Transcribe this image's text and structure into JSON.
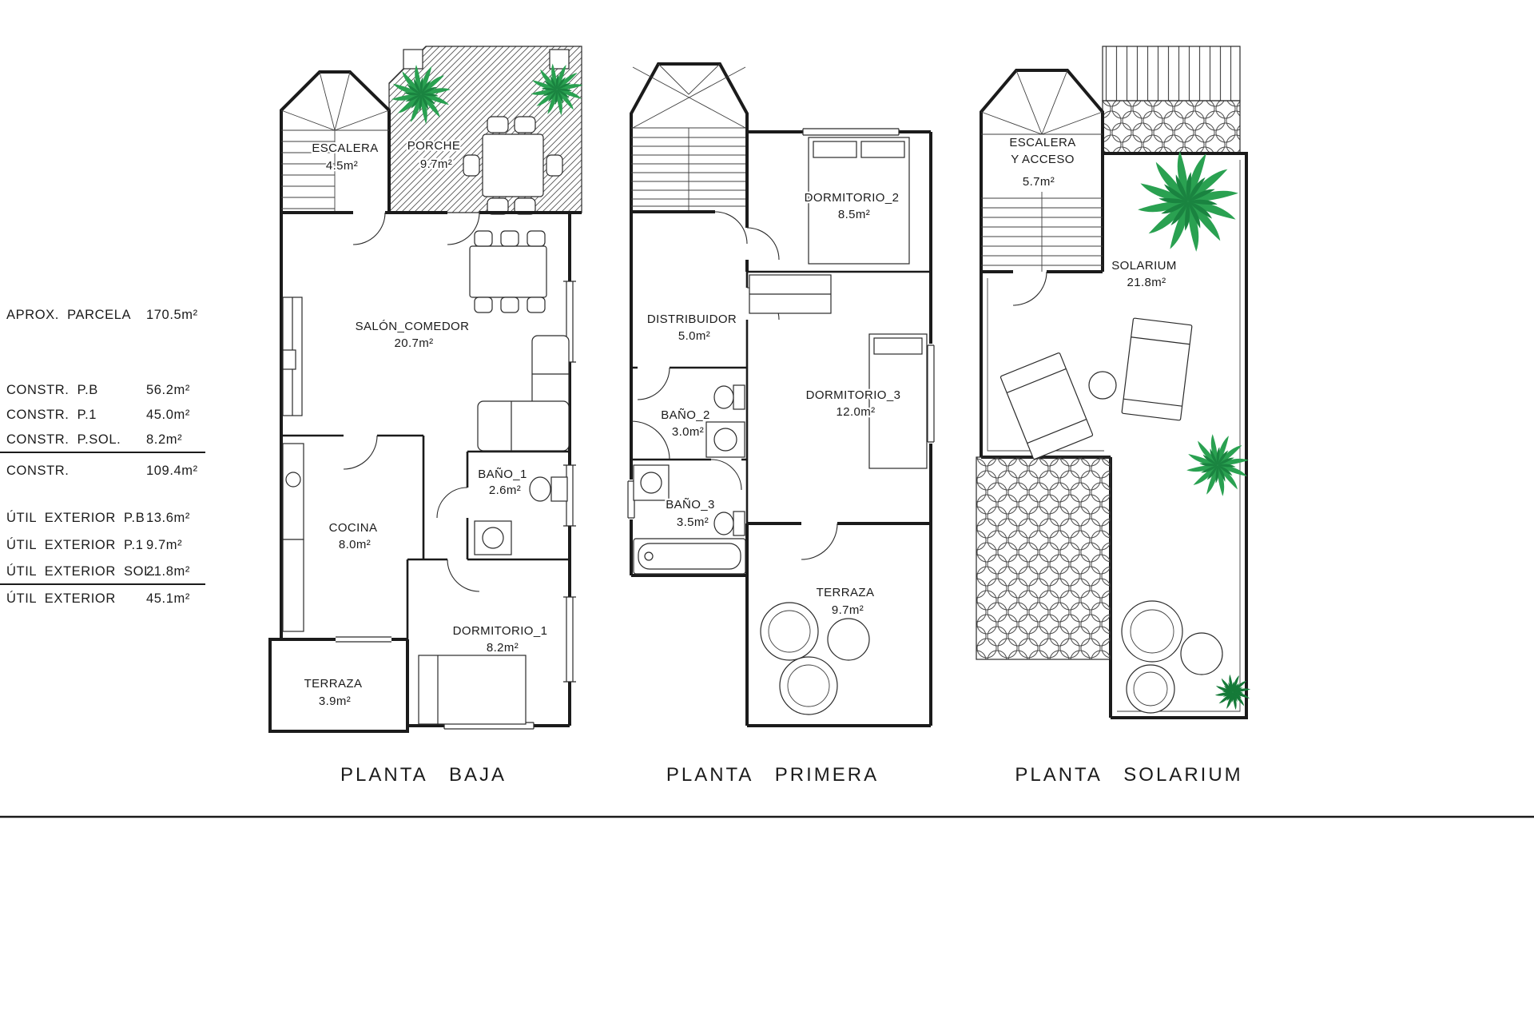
{
  "sheet": {
    "legend": {
      "rows": [
        {
          "label": "APROX. PARCELA",
          "value": "170.5m²"
        },
        {
          "label": "CONSTR. P.B",
          "value": "56.2m²"
        },
        {
          "label": "CONSTR. P.1",
          "value": "45.0m²"
        },
        {
          "label": "CONSTR. P.SOL.",
          "value": "8.2m²"
        },
        {
          "label": "CONSTR.",
          "value": "109.4m²"
        },
        {
          "label": "ÚTIL EXTERIOR P.B",
          "value": "13.6m²"
        },
        {
          "label": "ÚTIL EXTERIOR P.1",
          "value": "9.7m²"
        },
        {
          "label": "ÚTIL EXTERIOR SOL.",
          "value": "21.8m²"
        },
        {
          "label": "ÚTIL EXTERIOR",
          "value": "45.1m²"
        }
      ]
    },
    "titles": [
      "PLANTA BAJA",
      "PLANTA PRIMERA",
      "PLANTA SOLARIUM"
    ],
    "rooms": {
      "baja": {
        "escalera": {
          "name": "ESCALERA",
          "area": "4.5m²"
        },
        "porche": {
          "name": "PORCHE",
          "area": "9.7m²"
        },
        "salon": {
          "name": "SALÓN_COMEDOR",
          "area": "20.7m²"
        },
        "bano1": {
          "name": "BAÑO_1",
          "area": "2.6m²"
        },
        "cocina": {
          "name": "COCINA",
          "area": "8.0m²"
        },
        "dormitorio1": {
          "name": "DORMITORIO_1",
          "area": "8.2m²"
        },
        "terraza": {
          "name": "TERRAZA",
          "area": "3.9m²"
        }
      },
      "primera": {
        "dormitorio2": {
          "name": "DORMITORIO_2",
          "area": "8.5m²"
        },
        "distribuidor": {
          "name": "DISTRIBUIDOR",
          "area": "5.0m²"
        },
        "bano2": {
          "name": "BAÑO_2",
          "area": "3.0m²"
        },
        "dormitorio3": {
          "name": "DORMITORIO_3",
          "area": "12.0m²"
        },
        "bano3": {
          "name": "BAÑO_3",
          "area": "3.5m²"
        },
        "terraza": {
          "name": "TERRAZA",
          "area": "9.7m²"
        }
      },
      "solarium": {
        "escalera": {
          "name": "ESCALERA",
          "name2": "Y ACCESO",
          "area": "5.7m²"
        },
        "solarium": {
          "name": "SOLARIUM",
          "area": "21.8m²"
        }
      }
    },
    "colors": {
      "wall_line": "#1b1b1b",
      "palm_green": "#2aa151",
      "palm_green_dark": "#1a8340",
      "plant_dark": "#157a38"
    }
  }
}
